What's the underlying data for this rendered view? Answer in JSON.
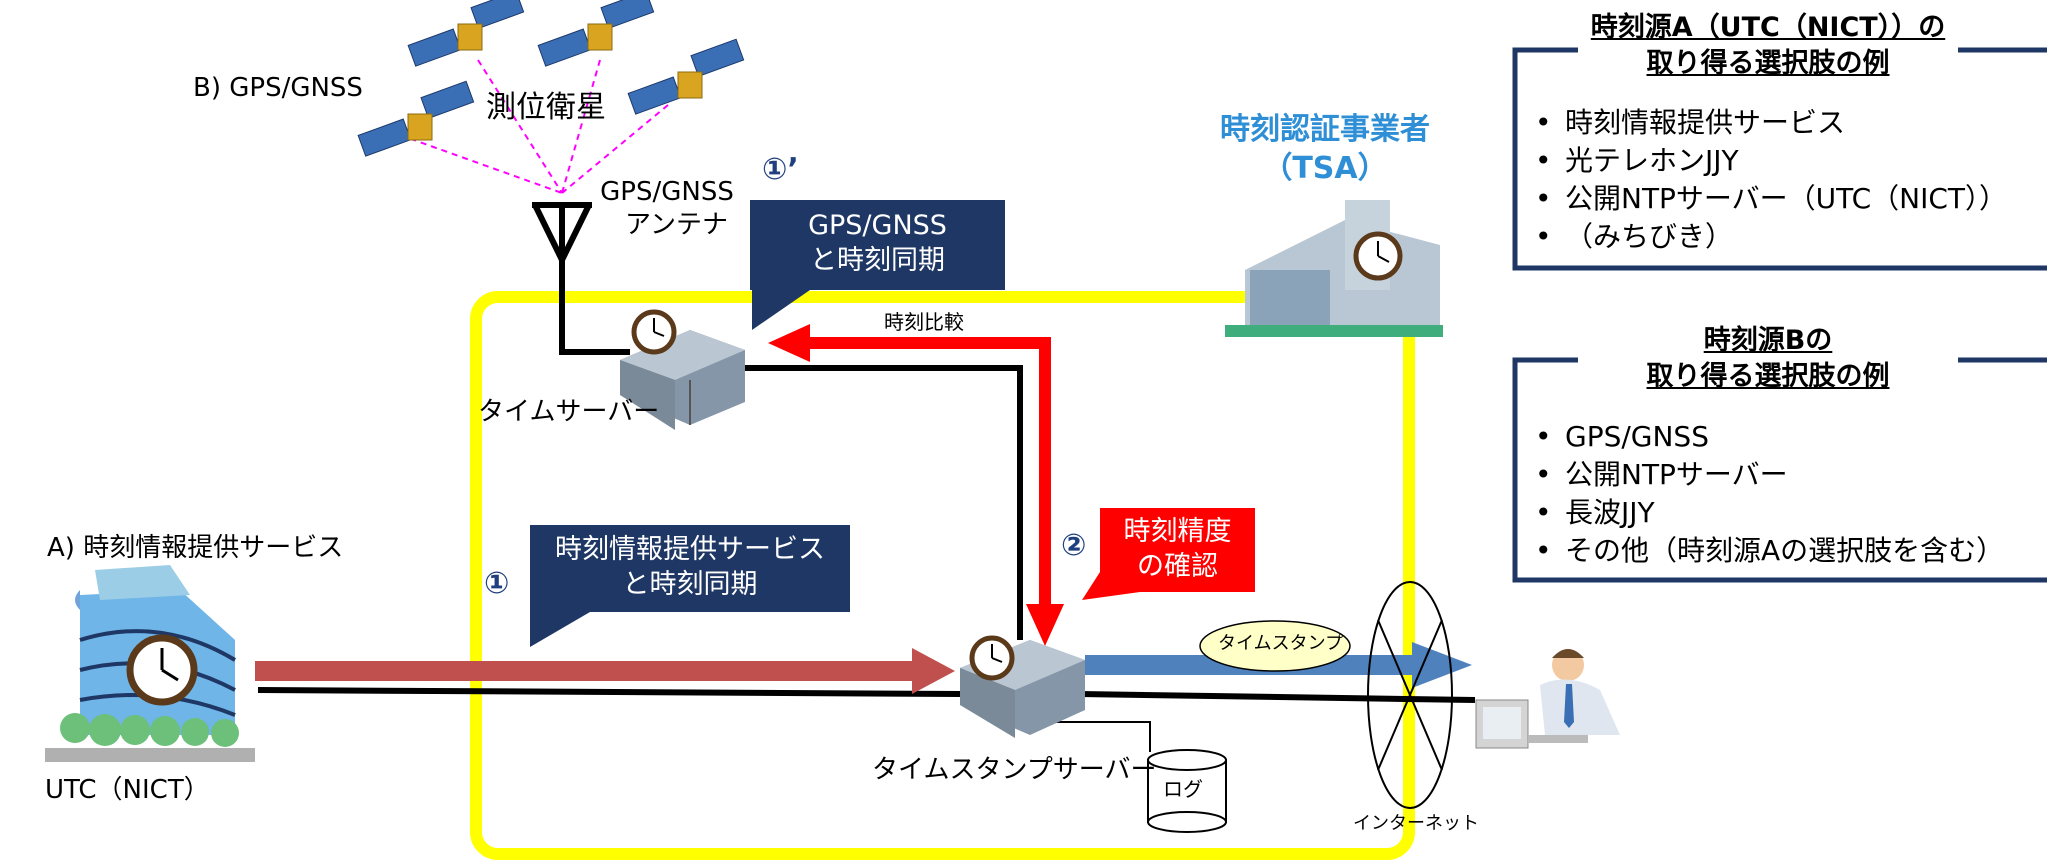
{
  "labels": {
    "gps_source": "B) GPS/GNSS",
    "satellites": "測位衛星",
    "antenna": [
      "GPS/GNSS",
      "アンテナ"
    ],
    "num_1prime": "①’",
    "num_1": "①",
    "num_2": "②",
    "time_compare": "時刻比較",
    "time_server": "タイムサーバー",
    "source_a": "A) 時刻情報提供サービス",
    "utc": "UTC（NICT）",
    "timestamp_server": "タイムスタンプサーバー",
    "log": "ログ",
    "timestamp": "タイムスタンプ",
    "internet": "インターネット"
  },
  "tsa": [
    "時刻認証事業者",
    "（TSA）"
  ],
  "callouts": {
    "gps_sync": [
      "GPS/GNSS",
      "と時刻同期"
    ],
    "service_sync": [
      "時刻情報提供サービス",
      "と時刻同期"
    ],
    "accuracy": [
      "時刻精度",
      "の確認"
    ]
  },
  "panel_a": {
    "title": [
      "時刻源A（UTC（NICT））の",
      "取り得る選択肢の例"
    ],
    "items": [
      "時刻情報提供サービス",
      "光テレホンJJY",
      "公開NTPサーバー（UTC（NICT））",
      "（みちびき）"
    ]
  },
  "panel_b": {
    "title": [
      "時刻源Bの",
      "取り得る選択肢の例"
    ],
    "items": [
      "GPS/GNSS",
      "公開NTPサーバー",
      "長波JJY",
      "その他（時刻源Aの選択肢を含む）"
    ]
  },
  "colors": {
    "navy": "#1f3764",
    "red": "#ff0000",
    "yellow": "#ffff00",
    "brown_arrow": "#c0504d",
    "blue_arrow": "#4f81bd",
    "magenta_dash": "#ff00ff",
    "tsa_blue": "#2e8fd6"
  }
}
